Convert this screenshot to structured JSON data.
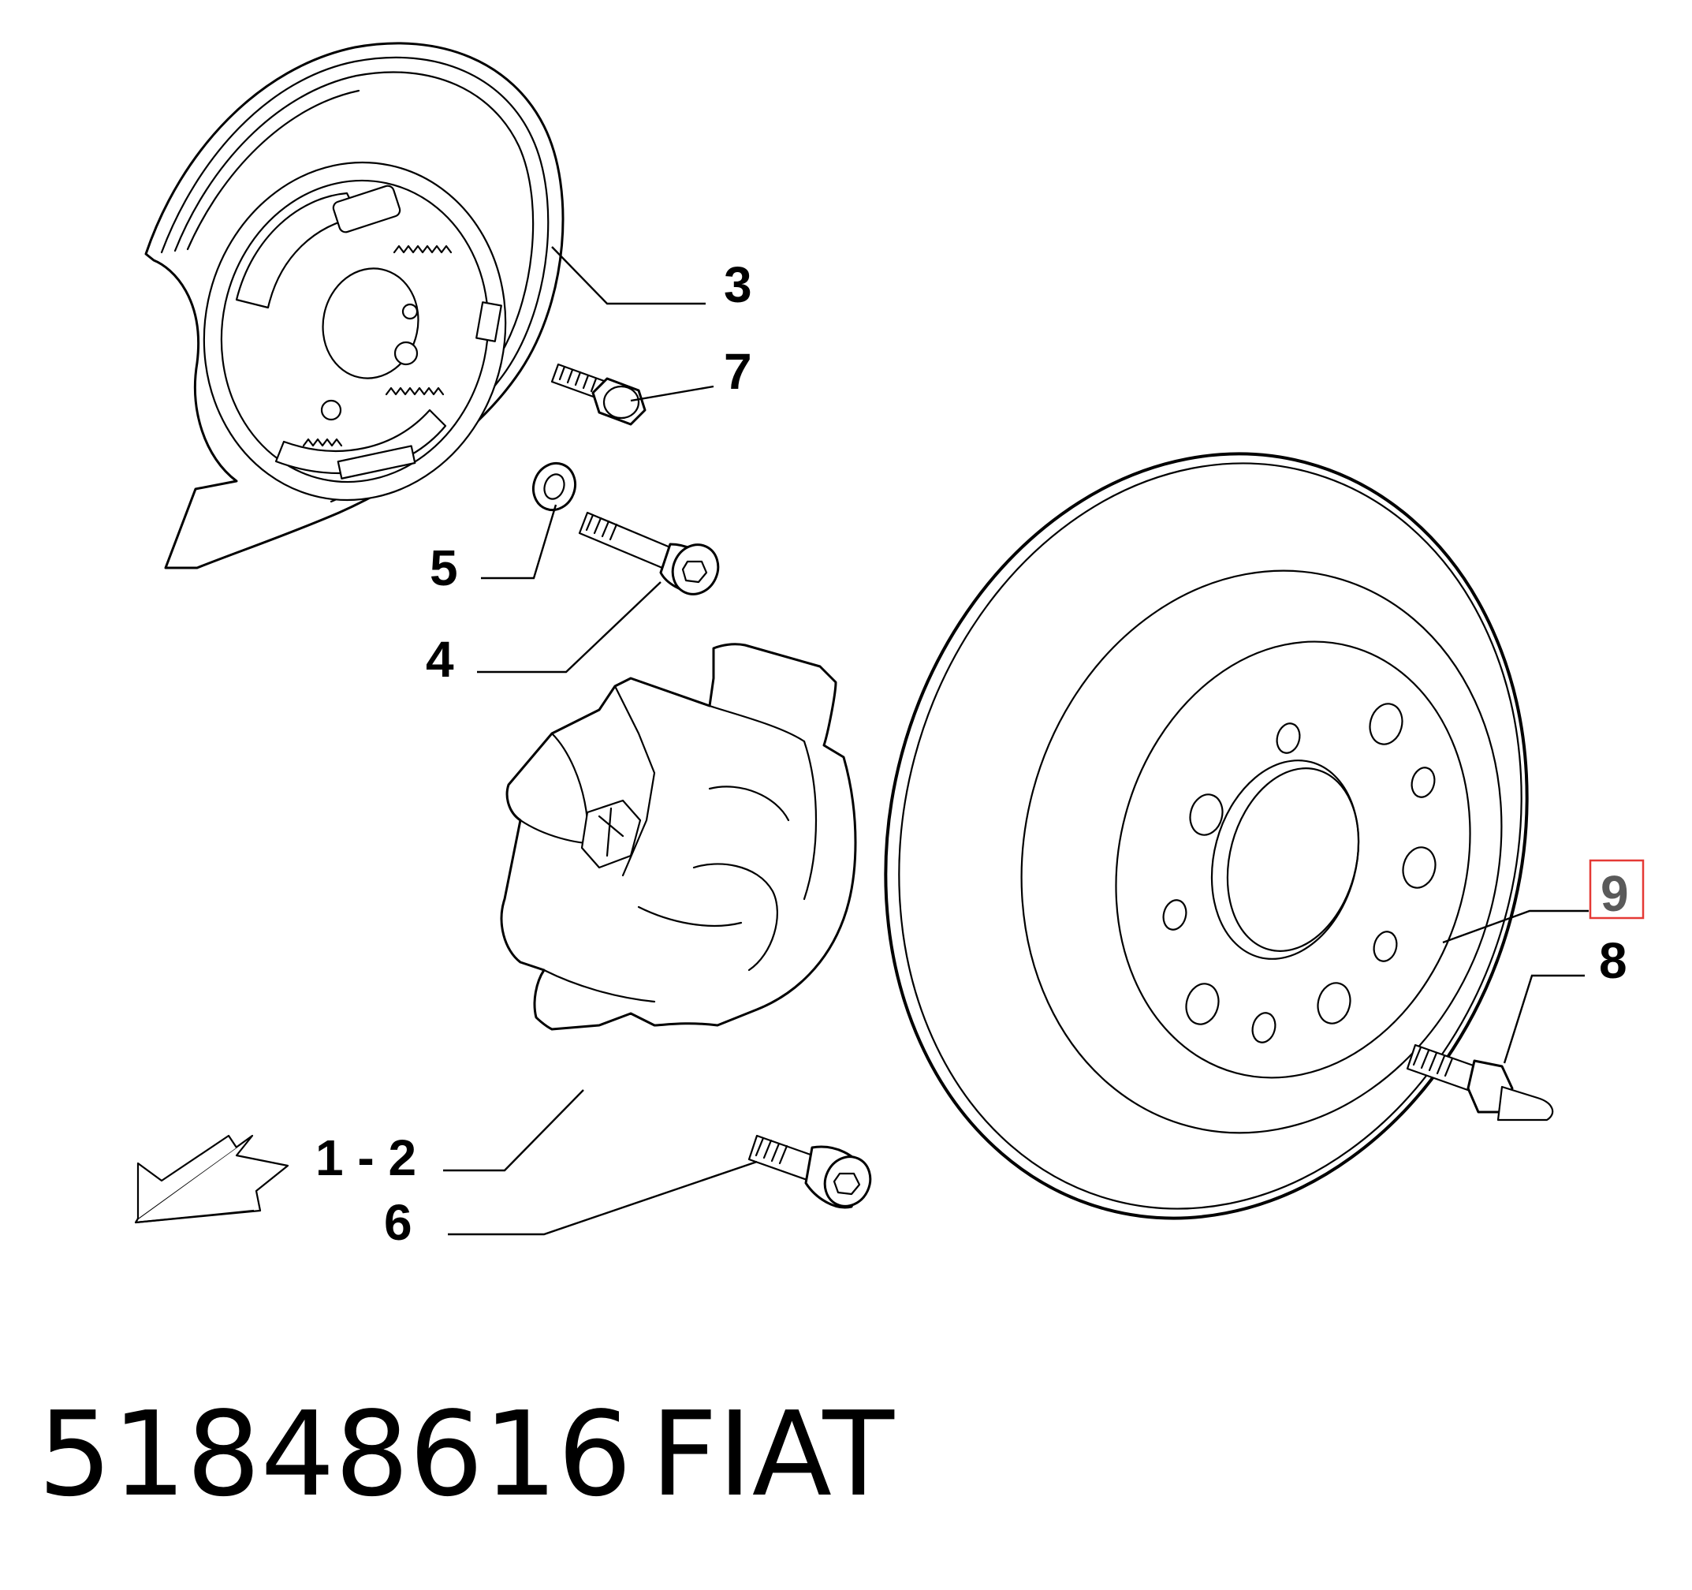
{
  "diagram": {
    "callouts": {
      "c3": "3",
      "c7": "7",
      "c5": "5",
      "c4": "4",
      "c12": "1 - 2",
      "c6": "6",
      "c9": "9",
      "c8": "8"
    },
    "highlighted_callout": "9",
    "highlight_color": "#e53935",
    "icons": [
      "brake-backing-plate-icon",
      "caliper-icon",
      "brake-disc-icon",
      "bolt-icon",
      "washer-icon",
      "wheel-stud-icon",
      "direction-arrow-icon"
    ]
  },
  "caption": {
    "part_number": "51848616",
    "brand": "FIAT"
  }
}
